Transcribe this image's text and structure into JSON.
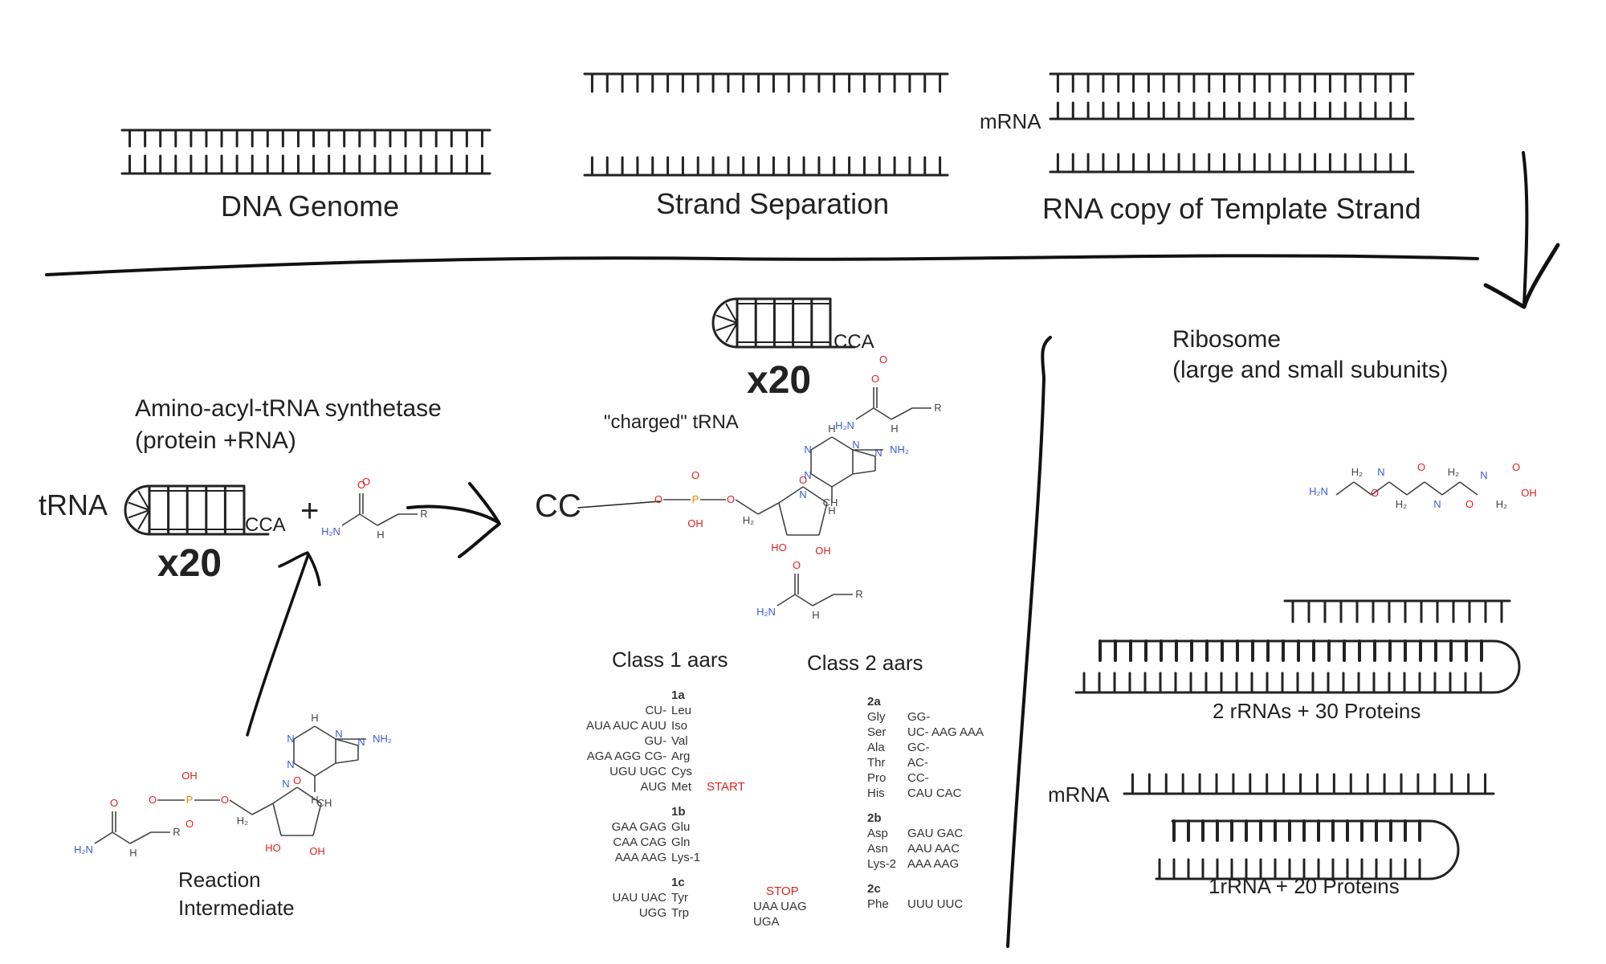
{
  "top": {
    "dna_genome": "DNA Genome",
    "strand_separation": "Strand Separation",
    "rna_copy": "RNA copy of Template Strand",
    "mrna_label": "mRNA"
  },
  "synthetase": {
    "title_line1": "Amino-acyl-tRNA synthetase",
    "title_line2": "(protein +RNA)",
    "trna_label": "tRNA",
    "cca": "CCA",
    "x20": "x20",
    "plus": "+"
  },
  "intermediate": {
    "line1": "Reaction",
    "line2": "Intermediate"
  },
  "charged": {
    "label": "\"charged\" tRNA",
    "cc": "CC",
    "cca": "CCA",
    "x20": "x20"
  },
  "classes": {
    "class1_title": "Class 1 aars",
    "class2_title": "Class 2 aars",
    "class1": [
      {
        "group": "1a",
        "rows": [
          {
            "codons": "CU-",
            "aa": "Leu",
            "note": ""
          },
          {
            "codons": "AUA AUC AUU",
            "aa": "Iso",
            "note": ""
          },
          {
            "codons": "GU-",
            "aa": "Val",
            "note": ""
          },
          {
            "codons": "AGA AGG CG-",
            "aa": "Arg",
            "note": ""
          },
          {
            "codons": "UGU UGC",
            "aa": "Cys",
            "note": ""
          },
          {
            "codons": "AUG",
            "aa": "Met",
            "note": "START"
          }
        ]
      },
      {
        "group": "1b",
        "rows": [
          {
            "codons": "GAA GAG",
            "aa": "Glu",
            "note": ""
          },
          {
            "codons": "CAA CAG",
            "aa": "Gln",
            "note": ""
          },
          {
            "codons": "AAA AAG",
            "aa": "Lys-1",
            "note": ""
          }
        ]
      },
      {
        "group": "1c",
        "rows": [
          {
            "codons": "UAU UAC",
            "aa": "Tyr",
            "note": ""
          },
          {
            "codons": "UGG",
            "aa": "Trp",
            "note": ""
          }
        ]
      }
    ],
    "stop": {
      "label": "STOP",
      "codons_line1": "UAA UAG",
      "codons_line2": "UGA"
    },
    "class2": [
      {
        "group": "2a",
        "rows": [
          {
            "aa": "Gly",
            "codons": "GG-"
          },
          {
            "aa": "Ser",
            "codons": "UC-  AAG AAA"
          },
          {
            "aa": "Ala",
            "codons": "GC-"
          },
          {
            "aa": "Thr",
            "codons": "AC-"
          },
          {
            "aa": "Pro",
            "codons": "CC-"
          },
          {
            "aa": "His",
            "codons": "CAU CAC"
          }
        ]
      },
      {
        "group": "2b",
        "rows": [
          {
            "aa": "Asp",
            "codons": "GAU GAC"
          },
          {
            "aa": "Asn",
            "codons": "AAU AAC"
          },
          {
            "aa": "Lys-2",
            "codons": "AAA AAG"
          }
        ]
      },
      {
        "group": "2c",
        "rows": [
          {
            "aa": "Phe",
            "codons": "UUU UUC"
          }
        ]
      }
    ]
  },
  "ribosome": {
    "title_line1": "Ribosome",
    "title_line2": "(large and small subunits)",
    "large": "2 rRNAs + 30 Proteins",
    "small": "1rRNA + 20 Proteins",
    "mrna_label": "mRNA"
  },
  "chem": {
    "H": "H",
    "H2": "H₂",
    "N": "N",
    "NH2": "NH₂",
    "H2N": "H₂N",
    "O": "O",
    "OH": "OH",
    "HO": "HO",
    "P": "P",
    "R": "R",
    "C": "C",
    "CH": "CH"
  },
  "colors": {
    "ink": "#222222",
    "oxygen": "#e02020",
    "nitrogen": "#3a5bd9",
    "phosphorus": "#e08a00"
  }
}
